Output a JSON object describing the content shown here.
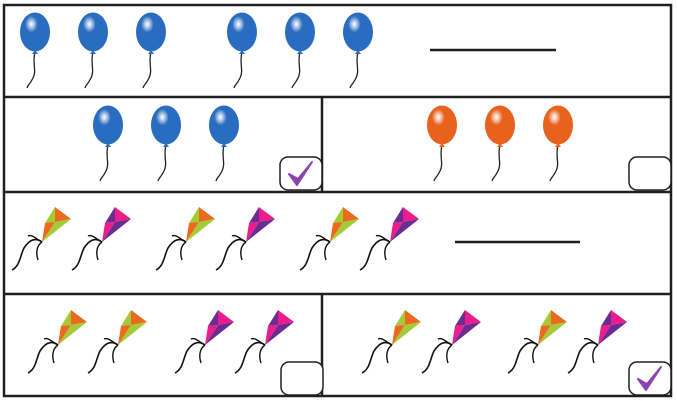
{
  "worksheet": {
    "rows": [
      {
        "type": "question",
        "items": [
          "balloon-blue",
          "balloon-blue",
          "balloon-blue",
          "balloon-blue",
          "balloon-blue",
          "balloon-blue"
        ],
        "answer_blank": true
      },
      {
        "type": "options",
        "options": [
          {
            "items": [
              "balloon-blue",
              "balloon-blue",
              "balloon-blue"
            ],
            "checked": true
          },
          {
            "items": [
              "balloon-orange",
              "balloon-orange",
              "balloon-orange"
            ],
            "checked": false
          }
        ]
      },
      {
        "type": "question",
        "items": [
          "kite-green-orange",
          "kite-pink-purple",
          "kite-green-orange",
          "kite-pink-purple",
          "kite-green-orange",
          "kite-pink-purple"
        ],
        "answer_blank": true
      },
      {
        "type": "options",
        "options": [
          {
            "items": [
              "kite-green-orange",
              "kite-green-orange",
              "kite-pink-purple",
              "kite-pink-purple"
            ],
            "checked": false
          },
          {
            "items": [
              "kite-green-orange",
              "kite-pink-purple",
              "kite-green-orange",
              "kite-pink-purple"
            ],
            "checked": true
          }
        ]
      }
    ],
    "colors": {
      "border": "#231f20",
      "balloon_blue": "#2a6cc0",
      "balloon_orange": "#e8621e",
      "kite_green": "#a3cb38",
      "kite_orange": "#ec6a1f",
      "kite_pink": "#ec1c8c",
      "kite_purple": "#6a2c91",
      "check": "#8e44ad"
    }
  }
}
